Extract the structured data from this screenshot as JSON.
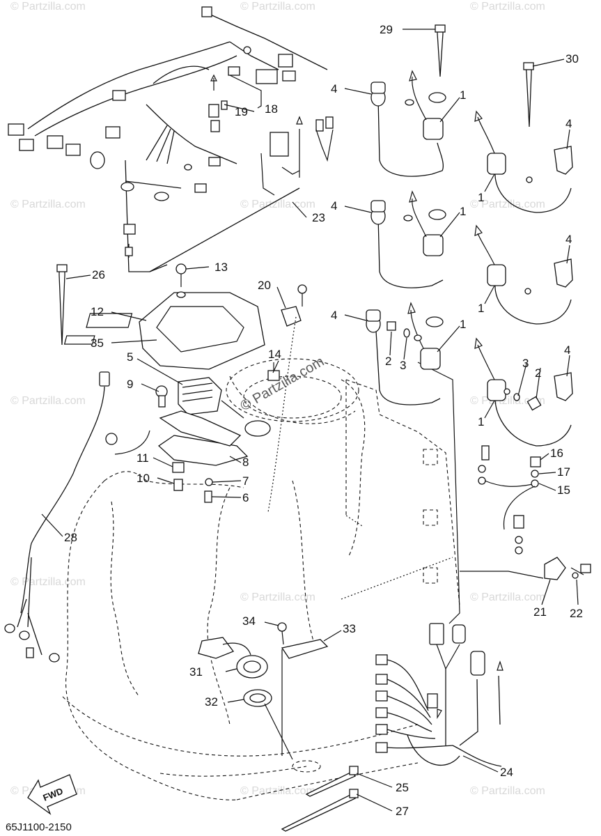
{
  "diagram": {
    "drawing_code": "65J1100-2150",
    "direction_label": "FWD",
    "watermark_center": "© Partzilla.com",
    "watermark_tile": "© Partzilla.com",
    "callouts": {
      "c1": "1",
      "c2": "2",
      "c3": "3",
      "c4": "4",
      "c5": "5",
      "c6": "6",
      "c7": "7",
      "c8": "8",
      "c9": "9",
      "c10": "10",
      "c11": "11",
      "c12": "12",
      "c13": "13",
      "c14": "14",
      "c15": "15",
      "c16": "16",
      "c17": "17",
      "c18": "18",
      "c19": "19",
      "c20": "20",
      "c21": "21",
      "c22": "22",
      "c23": "23",
      "c24": "24",
      "c25": "25",
      "c26": "26",
      "c27": "27",
      "c28": "28",
      "c29": "29",
      "c30": "30",
      "c31": "31",
      "c32": "32",
      "c33": "33",
      "c34": "34",
      "c35": "35"
    },
    "icons": [
      "fwd-arrow-icon"
    ]
  }
}
